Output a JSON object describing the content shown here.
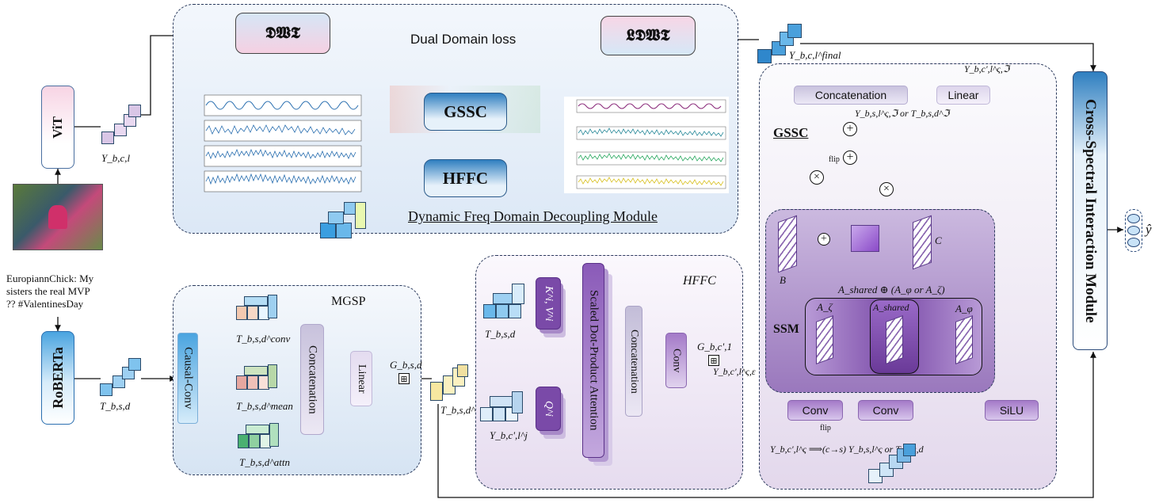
{
  "inputs": {
    "tweet_text": "EuropiannChick: My sisters the real MVP ?? #ValentinesDay"
  },
  "encoders": {
    "vit_label": "ViT",
    "roberta_label": "RoBERTa",
    "vit_output": "Y_b,c,l",
    "roberta_output": "T_b,s,d"
  },
  "dfdd": {
    "title": "Dynamic Freq Domain Decoupling Module",
    "dwt_label": "𝕯𝖂𝕿",
    "ldwt_label": "𝕷𝕯𝖂𝕿",
    "loss_label": "Dual Domain loss",
    "gssc_label": "GSSC",
    "hffc_label": "HFFC",
    "output_label": "Y_b,c,l^final"
  },
  "mgsp": {
    "title": "MGSP",
    "causal_conv": "Causal-Conv",
    "concat": "Concatenation",
    "linear": "Linear",
    "t_conv": "T_b,s,d^conv",
    "t_mean": "T_b,s,d^mean",
    "t_attn": "T_b,s,d^attn",
    "g_label": "G_b,s,d",
    "t_s": "T_b,s,d^s"
  },
  "hffc": {
    "title": "HFFC",
    "kv_label": "K^i, V^i",
    "q_label": "Q^i",
    "attention": "Scaled Dot-Product Attention",
    "concat": "Concatenation",
    "conv": "Conv",
    "t_in": "T_b,s,d",
    "y_in": "Y_b,c',l^j",
    "g_out": "G_b,c',1",
    "y_out": "Y_b,c',l^ς,ε"
  },
  "gssc": {
    "title": "GSSC",
    "concat": "Concatenation",
    "linear": "Linear",
    "ssm": "SSM",
    "b": "B",
    "c": "C",
    "a_shared_sum": "A_shared ⊕ (A_φ or A_ζ)",
    "a_zeta": "A_ζ",
    "a_shared": "A_shared",
    "a_phi": "A_φ",
    "conv1": "Conv",
    "conv2": "Conv",
    "silu": "SiLU",
    "flip1": "flip",
    "flip2": "flip",
    "y_mid": "Y_b,s,l^ς,ℑ or T_b,s,d^ℑ",
    "y_out": "Y_b,c',l^ς,ℑ",
    "input_eq": "Y_b,c',l^ς ⟹(c→s) Y_b,s,l^ς or T_b,s,d"
  },
  "csim": {
    "title": "Cross-Spectral Interaction Module",
    "output": "ŷ"
  },
  "colors": {
    "region_bg_top": "#e3ecf7",
    "region_bg_purple": "#ece6f2",
    "accent_blue": "#2a7fc0",
    "accent_purple": "#7b4aa6",
    "light_purple": "#c9b8dd"
  }
}
